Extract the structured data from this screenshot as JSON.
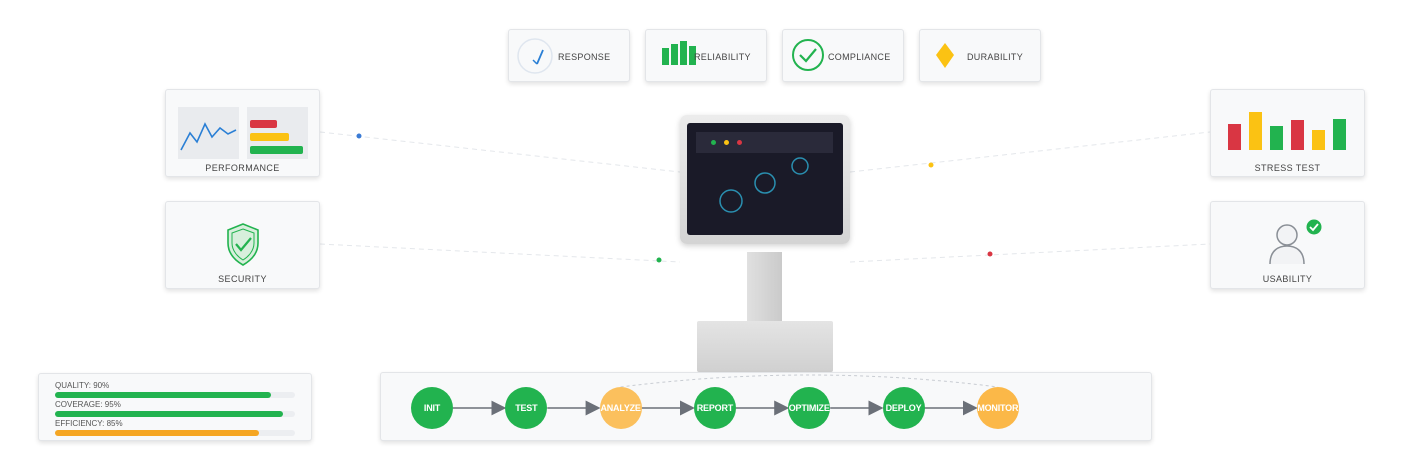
{
  "top_metrics": [
    {
      "label": "RESPONSE",
      "icon": "gauge-icon"
    },
    {
      "label": "RELIABILITY",
      "icon": "bar-chart-icon"
    },
    {
      "label": "COMPLIANCE",
      "icon": "check-circle-icon"
    },
    {
      "label": "DURABILITY",
      "icon": "diamond-icon"
    }
  ],
  "panels": {
    "performance": {
      "label": "PERFORMANCE"
    },
    "security": {
      "label": "SECURITY"
    },
    "stress_test": {
      "label": "STRESS TEST"
    },
    "usability": {
      "label": "USABILITY"
    }
  },
  "progress": [
    {
      "label": "QUALITY: 90%",
      "value": 90,
      "color": "#22b34f"
    },
    {
      "label": "COVERAGE: 95%",
      "value": 95,
      "color": "#22b34f"
    },
    {
      "label": "EFFICIENCY: 85%",
      "value": 85,
      "color": "#f5a623"
    }
  ],
  "pipeline": [
    {
      "label": "INIT",
      "color": "#22b34f"
    },
    {
      "label": "TEST",
      "color": "#22b34f"
    },
    {
      "label": "ANALYZE",
      "color": "#fbc05d"
    },
    {
      "label": "REPORT",
      "color": "#22b34f"
    },
    {
      "label": "OPTIMIZE",
      "color": "#22b34f"
    },
    {
      "label": "DEPLOY",
      "color": "#22b34f"
    },
    {
      "label": "MONITOR",
      "color": "#fbb848"
    }
  ],
  "colors": {
    "green": "#22b34f",
    "red": "#d93643",
    "yellow": "#fbc213",
    "blue": "#3a7bd5",
    "teal": "#2a8fb0"
  }
}
